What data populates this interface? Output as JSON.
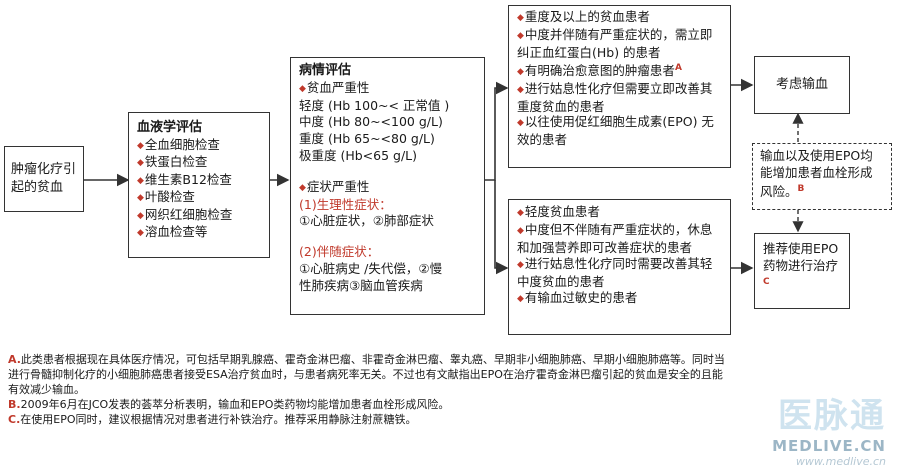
{
  "start": {
    "text": "肿瘤化疗引起的贫血"
  },
  "blood_eval": {
    "title": "血液学评估",
    "items": [
      "全血细胞检查",
      "铁蛋白检查",
      "维生素B12检查",
      "叶酸检查",
      "网织红细胞检查",
      "溶血检查等"
    ]
  },
  "condition_eval": {
    "title": "病情评估",
    "severity_heading": "贫血严重性",
    "severity_levels": [
      "轻度 (Hb 100~< 正常值 )",
      "中度 (Hb 80~<100 g/L)",
      "重度 (Hb 65~<80 g/L)",
      "极重度 (Hb<65 g/L)"
    ],
    "symptom_heading": "症状严重性",
    "physiological_heading": "(1)生理性症状：",
    "physiological_items": "①心脏症状，②肺部症状",
    "comorbid_heading": "(2)伴随症状：",
    "comorbid_line1": "①心脏病史 /失代偿，②慢",
    "comorbid_line2": "性肺疾病③脑血管疾病"
  },
  "severe_box": {
    "items": [
      "重度及以上的贫血患者",
      "中度并伴随有严重症状的，需立即纠正血红蛋白(Hb) 的患者",
      "有明确治愈意图的肿瘤患者",
      "进行姑息性化疗但需要立即改善其重度贫血的患者",
      "以往使用促红细胞生成素(EPO) 无效的患者"
    ],
    "superscript": "A"
  },
  "mild_box": {
    "items": [
      "轻度贫血患者",
      "中度但不伴随有严重症状的，休息和加强营养即可改善症状的患者",
      "进行姑息性化疗同时需要改善其轻中度贫血的患者",
      "有输血过敏史的患者"
    ]
  },
  "transfusion": {
    "text": "考虑输血"
  },
  "risk": {
    "text": "输血以及使用EPO均能增加患者血栓形成风险。",
    "superscript": "B"
  },
  "epo": {
    "text": "推荐使用EPO药物进行治疗",
    "superscript": "C"
  },
  "notes": [
    {
      "label": "A.",
      "text": "此类患者根据现在具体医疗情况，可包括早期乳腺癌、霍奇金淋巴瘤、非霍奇金淋巴瘤、睾丸癌、早期非小细胞肺癌、早期小细胞肺癌等。同时当进行骨髓抑制化疗的小细胞肺癌患者接受ESA治疗贫血时，与患者病死率无关。不过也有文献指出EPO在治疗霍奇金淋巴瘤引起的贫血是安全的且能有效减少输血。"
    },
    {
      "label": "B.",
      "text": "2009年6月在JCO发表的荟萃分析表明，输血和EPO类药物均能增加患者血栓形成风险。"
    },
    {
      "label": "C.",
      "text": "在使用EPO同时，建议根据情况对患者进行补铁治疗。推荐采用静脉注射蔗糖铁。"
    }
  ],
  "watermark": {
    "brand": "医脉通",
    "site": "MEDLIVE.CN",
    "url": "www.medlive.cn"
  }
}
